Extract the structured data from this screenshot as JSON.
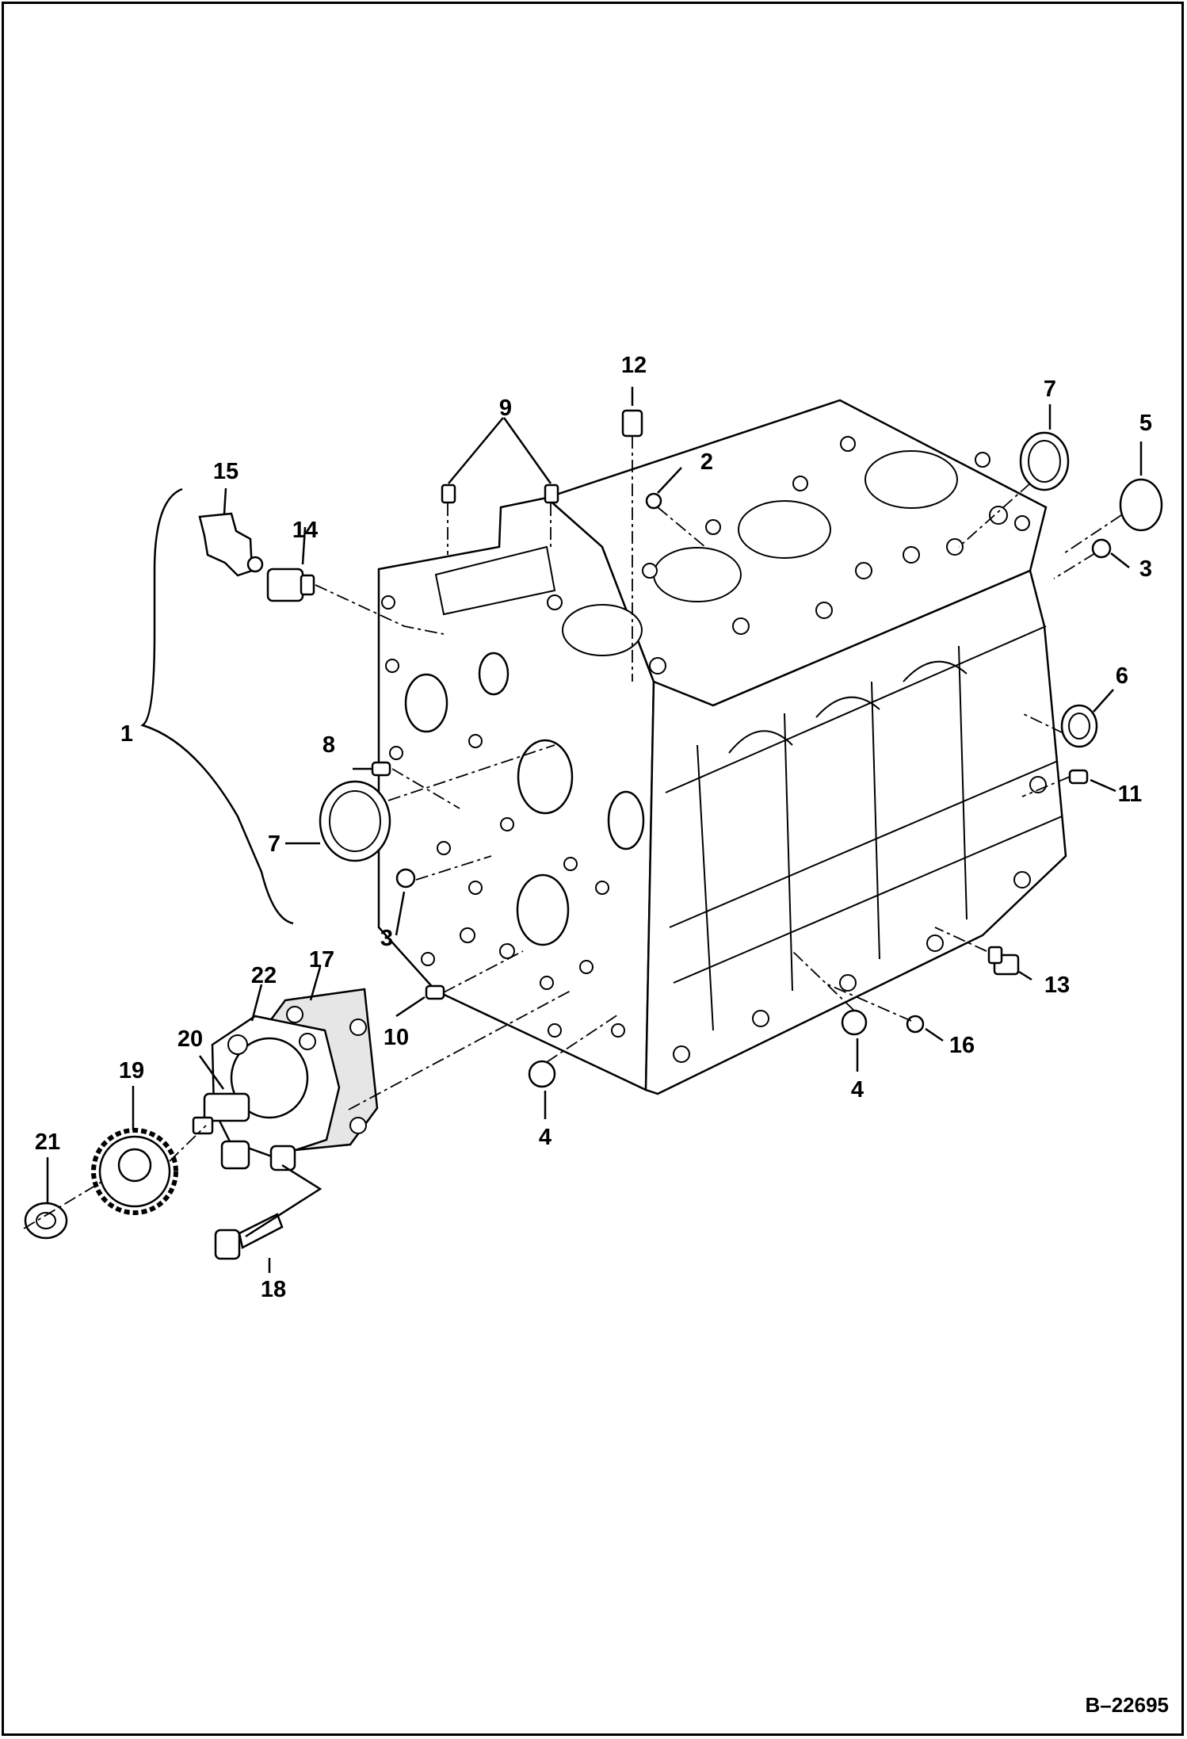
{
  "drawing": {
    "reference": "B–22695",
    "callouts": [
      {
        "id": "c1",
        "label": "1"
      },
      {
        "id": "c2",
        "label": "2"
      },
      {
        "id": "c3a",
        "label": "3"
      },
      {
        "id": "c3b",
        "label": "3"
      },
      {
        "id": "c4a",
        "label": "4"
      },
      {
        "id": "c4b",
        "label": "4"
      },
      {
        "id": "c5",
        "label": "5"
      },
      {
        "id": "c6",
        "label": "6"
      },
      {
        "id": "c7a",
        "label": "7"
      },
      {
        "id": "c7b",
        "label": "7"
      },
      {
        "id": "c8",
        "label": "8"
      },
      {
        "id": "c9",
        "label": "9"
      },
      {
        "id": "c10",
        "label": "10"
      },
      {
        "id": "c11",
        "label": "11"
      },
      {
        "id": "c12",
        "label": "12"
      },
      {
        "id": "c13",
        "label": "13"
      },
      {
        "id": "c14",
        "label": "14"
      },
      {
        "id": "c15",
        "label": "15"
      },
      {
        "id": "c16",
        "label": "16"
      },
      {
        "id": "c17",
        "label": "17"
      },
      {
        "id": "c18",
        "label": "18"
      },
      {
        "id": "c19",
        "label": "19"
      },
      {
        "id": "c20",
        "label": "20"
      },
      {
        "id": "c21",
        "label": "21"
      },
      {
        "id": "c22",
        "label": "22"
      }
    ]
  }
}
